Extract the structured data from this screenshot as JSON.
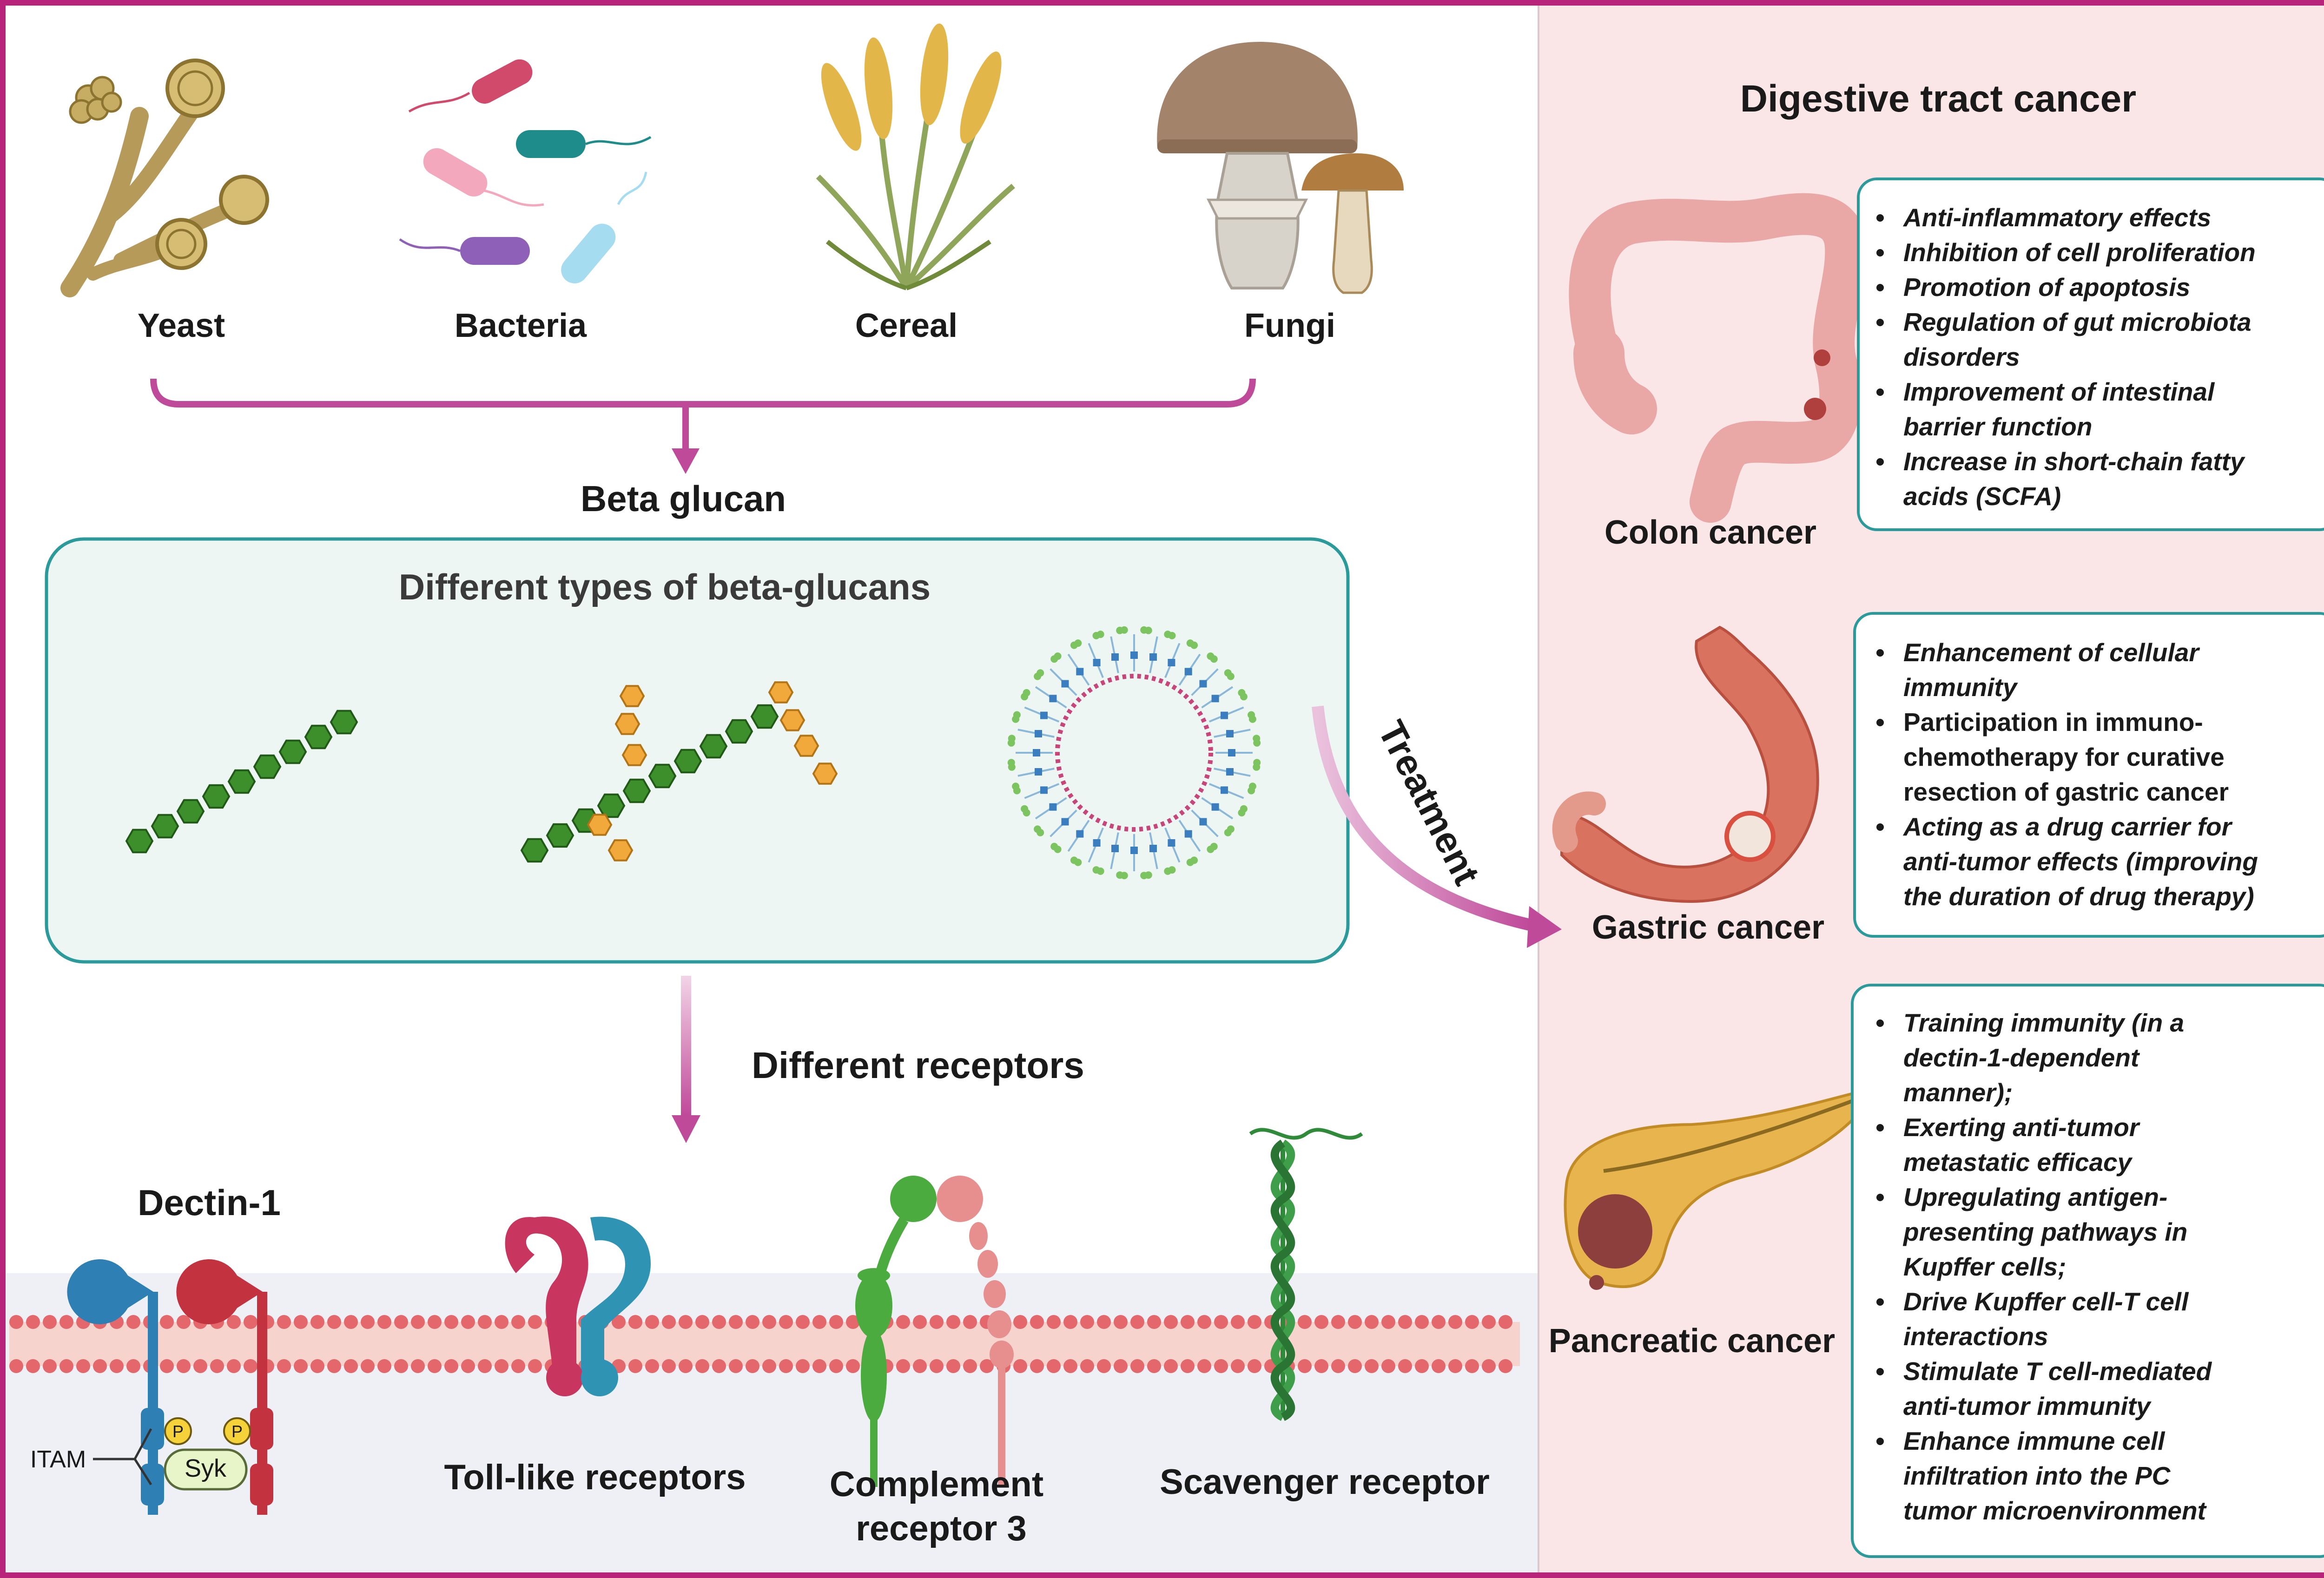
{
  "sources": {
    "yeast": "Yeast",
    "bacteria": "Bacteria",
    "cereal": "Cereal",
    "fungi": "Fungi"
  },
  "beta_glucan_label": "Beta glucan",
  "types_box": {
    "title": "Different types of beta-glucans"
  },
  "receptors_label": "Different receptors",
  "treatment_label": "Treatment",
  "receptors": {
    "dectin": "Dectin-1",
    "itam": "ITAM",
    "syk": "Syk",
    "phospho": "P",
    "toll_like": "Toll-like receptors",
    "complement_line1": "Complement",
    "complement_line2": "receptor 3",
    "scavenger": "Scavenger receptor"
  },
  "cancer": {
    "title": "Digestive tract cancer",
    "colon": {
      "label": "Colon cancer",
      "bullets": [
        "Anti-inflammatory effects",
        "Inhibition of cell proliferation",
        "Promotion of apoptosis",
        "Regulation of gut microbiota",
        "disorders",
        "Improvement of intestinal",
        "barrier function",
        "Increase in short-chain fatty",
        "acids (SCFA)"
      ]
    },
    "gastric": {
      "label": "Gastric cancer",
      "bullets": [
        "Enhancement of cellular",
        "immunity",
        "Participation in immuno-",
        "chemotherapy for curative",
        "resection of gastric cancer",
        "Acting as a drug carrier for",
        "anti-tumor effects (improving",
        "the duration of drug therapy)"
      ]
    },
    "pancreatic": {
      "label": "Pancreatic cancer",
      "bullets": [
        "Training immunity (in a",
        "dectin-1-dependent",
        "manner);",
        "Exerting anti-tumor",
        "metastatic efficacy",
        "Upregulating antigen-",
        "presenting pathways in",
        "Kupffer cells;",
        "Drive Kupffer cell-T cell",
        "interactions",
        "Stimulate T cell-mediated",
        "anti-tumor immunity",
        "Enhance immune cell",
        "infiltration into the PC",
        "tumor microenvironment"
      ]
    }
  },
  "colors": {
    "frame": "#b8247a",
    "accent_arrow": "#c04a9a",
    "teal_border": "#2b9a9a",
    "types_box_fill": "#eef6f4",
    "right_panel": "#fbe6e7",
    "glucan_green": "#3d8f2c",
    "glucan_orange": "#f2a93b"
  }
}
